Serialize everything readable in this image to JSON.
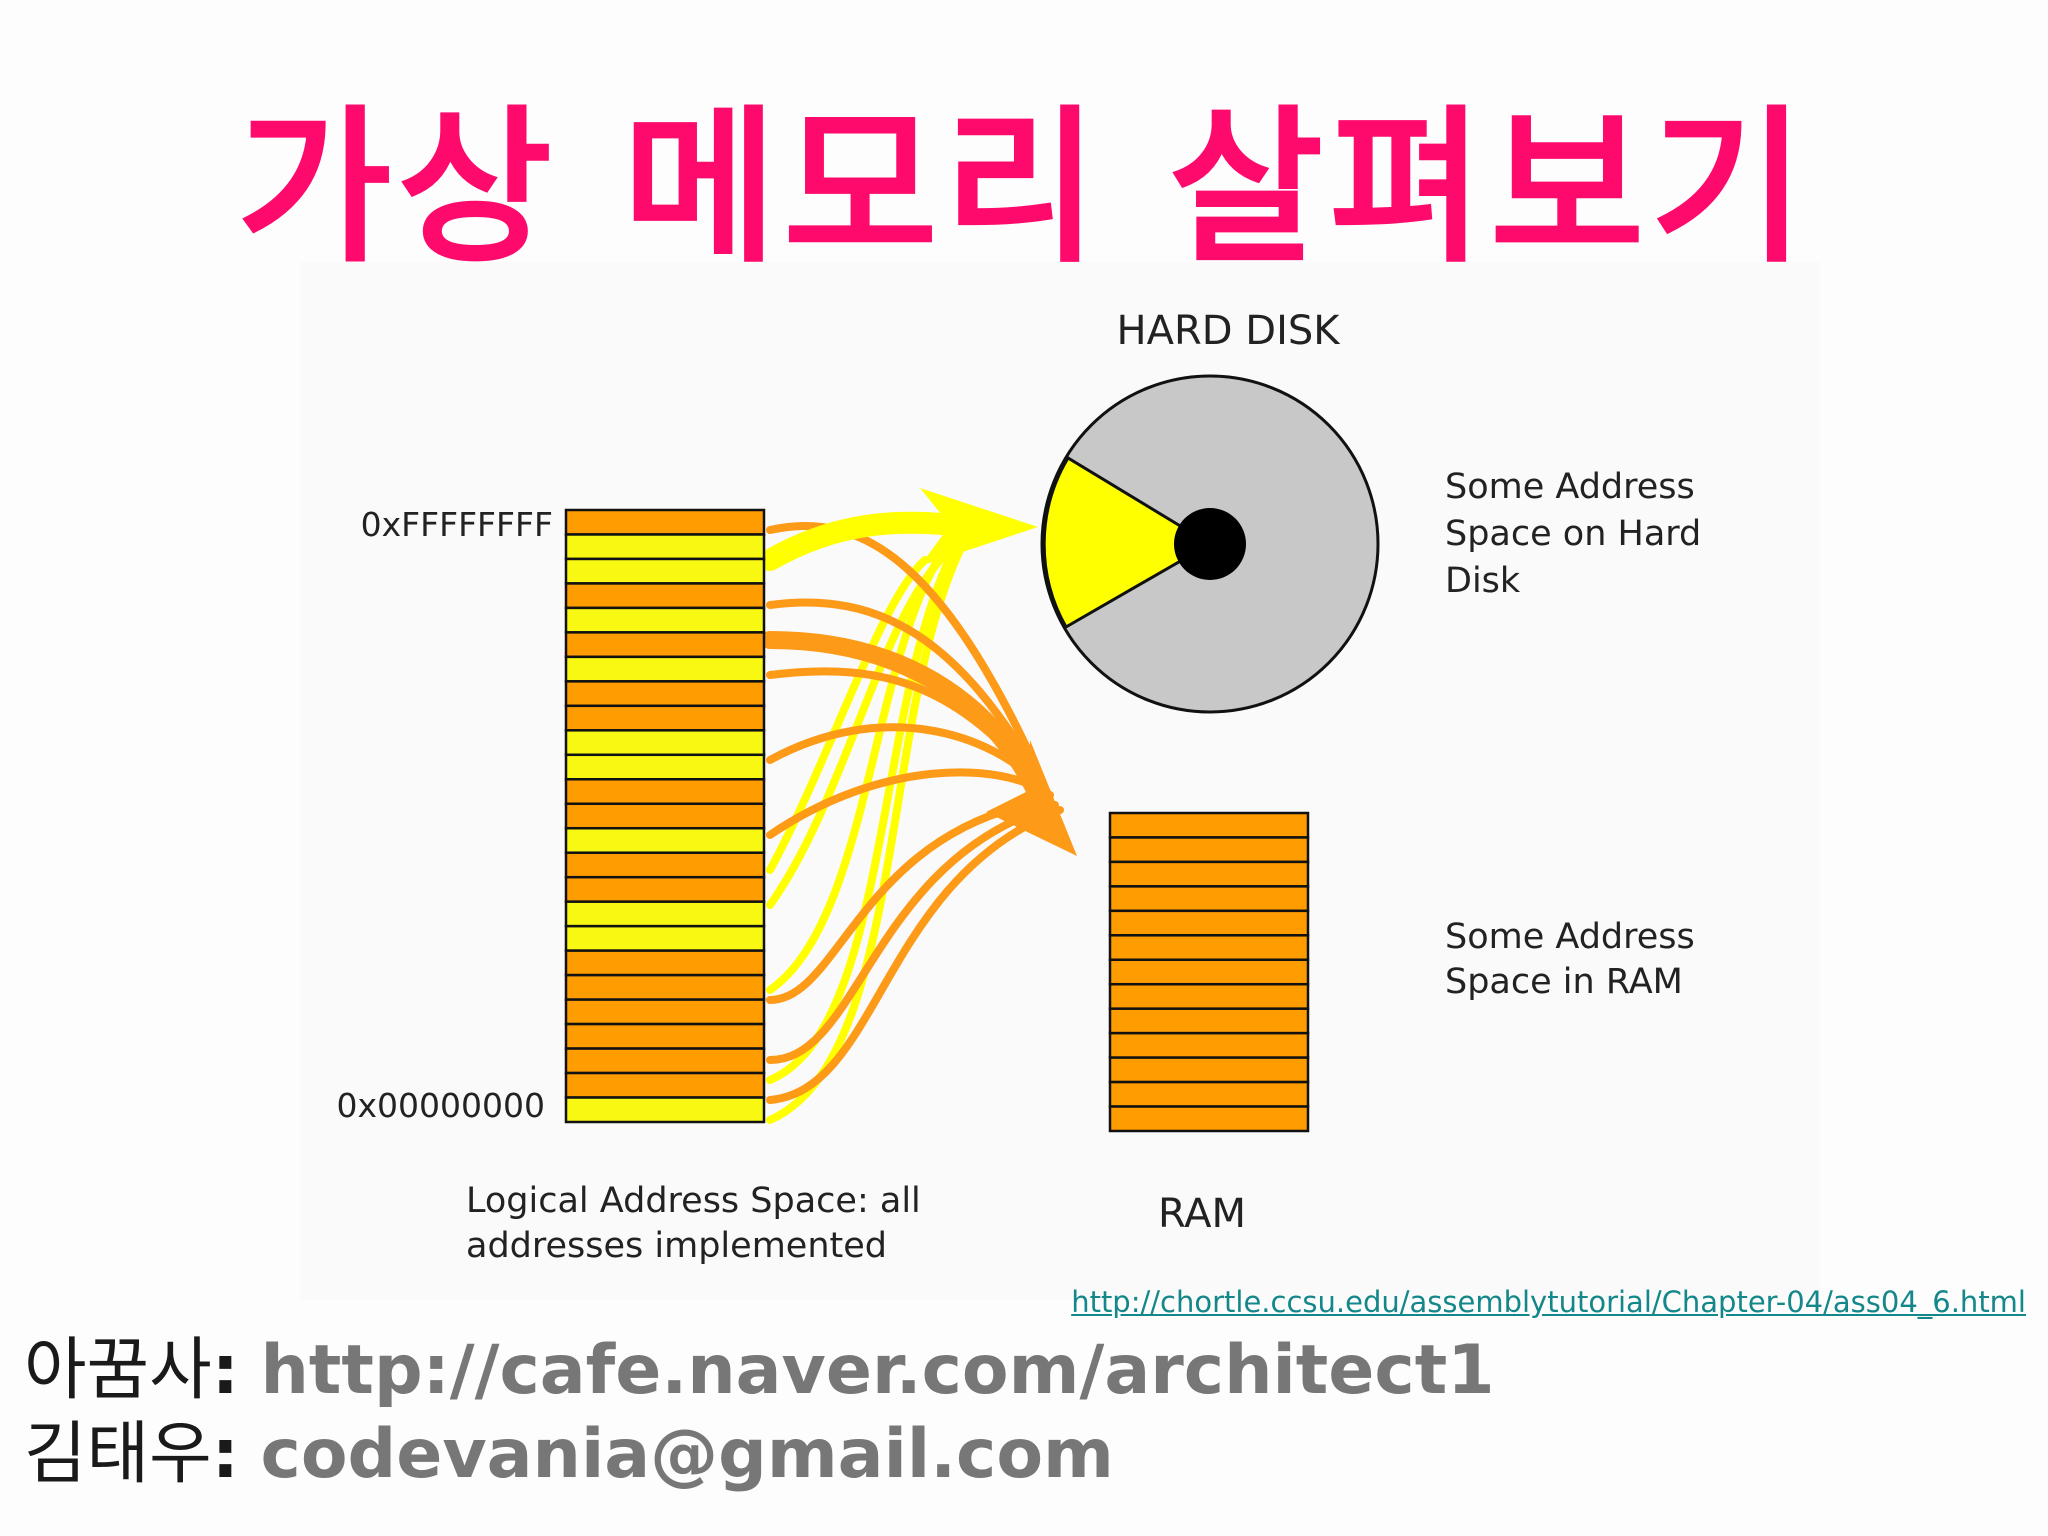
{
  "title": "가상 메모리 살펴보기",
  "colors": {
    "title": "#fe0a6c",
    "orange": "#ff9c00",
    "orange_arrow": "#fd9a17",
    "yellow": "#ffff00",
    "yellow_row": "#f8f812",
    "disk_gray": "#c8c8c8",
    "link": "#14878a",
    "credit_name": "#1a1a1a",
    "credit_value": "#777777"
  },
  "diagram": {
    "hard_disk_label": "HARD DISK",
    "hard_disk_note_lines": [
      "Some Address",
      "Space on Hard",
      "Disk"
    ],
    "ram_note_lines": [
      "Some Address",
      "Space in RAM"
    ],
    "ram_label": "RAM",
    "addr_top": "0xFFFFFFFF",
    "addr_bottom": "0x00000000",
    "logical_caption_lines": [
      "Logical Address Space: all",
      "addresses implemented"
    ],
    "logical_rows": [
      "orange",
      "yellow",
      "yellow",
      "orange",
      "yellow",
      "orange",
      "yellow",
      "orange",
      "orange",
      "yellow",
      "yellow",
      "orange",
      "orange",
      "yellow",
      "orange",
      "orange",
      "yellow",
      "yellow",
      "orange",
      "orange",
      "orange",
      "orange",
      "orange",
      "orange",
      "yellow"
    ],
    "ram_row_count": 13
  },
  "source_url": "http://chortle.ccsu.edu/assemblytutorial/Chapter-04/ass04_6.html",
  "credits": [
    {
      "name": "아꿈사",
      "colon": ":",
      "value": "http://cafe.naver.com/architect1"
    },
    {
      "name": "김태우",
      "colon": ":",
      "value": "codevania@gmail.com"
    }
  ]
}
